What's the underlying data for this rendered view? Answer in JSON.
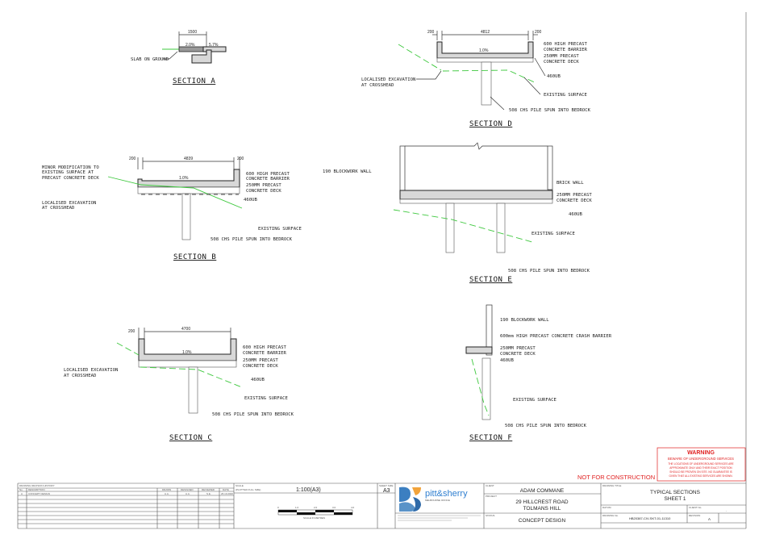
{
  "colors": {
    "existing_surface": "#3ec83e",
    "warning": "#e02020",
    "logo_orange": "#f2a33a",
    "logo_blue": "#3c7fc1"
  },
  "section_a": {
    "title": "SECTION A",
    "dim": "1500",
    "slope1": "2.0%",
    "slope2": "5.7%",
    "slab": "SLAB ON GROUND"
  },
  "section_b": {
    "title": "SECTION B",
    "dim": "4839",
    "dim_l": "200",
    "dim_r": "200",
    "slope": "1.0%",
    "minor": [
      "MINOR MODIFICATION TO",
      "EXISTING SURFACE AT",
      "PRECAST CONCRETE DECK"
    ],
    "excav": [
      "LOCALISED EXCAVATION",
      "AT CROSSHEAD"
    ],
    "barrier": [
      "600 HIGH PRECAST",
      "CONCRETE BARRIER"
    ],
    "deck": [
      "250MM PRECAST",
      "CONCRETE DECK"
    ],
    "beam": "460UB",
    "surface": "EXISTING SURFACE",
    "pile": "508 CHS PILE SPUN INTO BEDROCK"
  },
  "section_c": {
    "title": "SECTION C",
    "dim": "4700",
    "dim_l": "200",
    "slope": "1.0%",
    "excav": [
      "LOCALISED EXCAVATION",
      "AT CROSSHEAD"
    ],
    "barrier": [
      "600 HIGH PRECAST",
      "CONCRETE BARRIER"
    ],
    "deck": [
      "250MM PRECAST",
      "CONCRETE DECK"
    ],
    "beam": "460UB",
    "surface": "EXISTING SURFACE",
    "pile": "508 CHS PILE SPUN INTO BEDROCK"
  },
  "section_d": {
    "title": "SECTION D",
    "dim": "4812",
    "dim_l": "200",
    "dim_r": "200",
    "slope": "1.0%",
    "excav": [
      "LOCALISED EXCAVATION",
      "AT CROSSHEAD"
    ],
    "barrier": [
      "600 HIGH PRECAST",
      "CONCRETE BARRIER"
    ],
    "deck": [
      "250MM PRECAST",
      "CONCRETE DECK"
    ],
    "beam": "460UB",
    "surface": "EXISTING SURFACE",
    "pile": "508 CHS PILE SPUN INTO BEDROCK"
  },
  "section_e": {
    "title": "SECTION E",
    "wall": "190 BLOCKWORK WALL",
    "brick": "BRICK WALL",
    "deck": [
      "250MM PRECAST",
      "CONCRETE DECK"
    ],
    "beam": "460UB",
    "surface": "EXISTING SURFACE",
    "pile": "508 CHS PILE SPUN INTO BEDROCK"
  },
  "section_f": {
    "title": "SECTION F",
    "wall": "190 BLOCKWORK WALL",
    "barrier": "600mm HIGH PRECAST CONCRETE CRASH BARRIER",
    "deck": [
      "250MM PRECAST",
      "CONCRETE DECK"
    ],
    "beam": "460UB",
    "surface": "EXISTING SURFACE",
    "pile": "508 CHS PILE SPUN INTO BEDROCK"
  },
  "warning": {
    "title": "WARNING",
    "subtitle": "BEWARE OF UNDERGROUND SERVICES",
    "body": [
      "THE LOCATIONS OF UNDERGROUND SERVICES ARE",
      "APPROXIMATE ONLY AND THEIR EXACT POSITION",
      "SHOULD BE PROVEN ON SITE. NO GUARANTEE IS",
      "GIVEN THAT ALL EXISTING SERVICES ARE SHOWN."
    ]
  },
  "not_for_construction": "NOT FOR CONSTRUCTION",
  "revision_history": {
    "heading": "DRAWING REVISION HISTORY",
    "columns": [
      "No.",
      "DESCRIPTION",
      "DRAWN",
      "DESIGNED",
      "REVIEWED",
      "DATE"
    ],
    "rows": [
      [
        "A",
        "CONCEPT DESIGN",
        "A.A.",
        "A.A.",
        "S.E.",
        "26.10.2020"
      ]
    ]
  },
  "scale": {
    "label": "SCALE",
    "sub": "(PLOTTED FULL SIZE)",
    "value": "1:100(A3)",
    "bar_ticks": [
      "0",
      "1.0",
      "2.0",
      "3.0",
      "4.0"
    ],
    "bar_caption": "SCALE IN METRES"
  },
  "sheet_size": {
    "label": "SHEET SIZE",
    "value": "A3"
  },
  "logo": {
    "name": "pitt&sherry",
    "office": "MELBOURNE OFFICE"
  },
  "client": {
    "label": "CLIENT",
    "value": "ADAM COMMANE"
  },
  "project": {
    "label": "PROJECT",
    "line1": "29 HILLCREST ROAD",
    "line2": "TOLMANS HILL"
  },
  "status": {
    "label": "STATUS",
    "value": "CONCEPT DESIGN"
  },
  "drawing_title": {
    "label": "DRAWING TITLE",
    "line1": "TYPICAL SECTIONS",
    "line2": "SHEET 1"
  },
  "datum": {
    "label": "DATUM",
    "value": "-"
  },
  "client_no": {
    "label": "CLIENT No.",
    "value": "-"
  },
  "drawing_no": {
    "label": "DRAWING No.",
    "value": "HB20387-CIV-SKT-01-11310"
  },
  "revision": {
    "label": "REVISION",
    "value": "A"
  }
}
